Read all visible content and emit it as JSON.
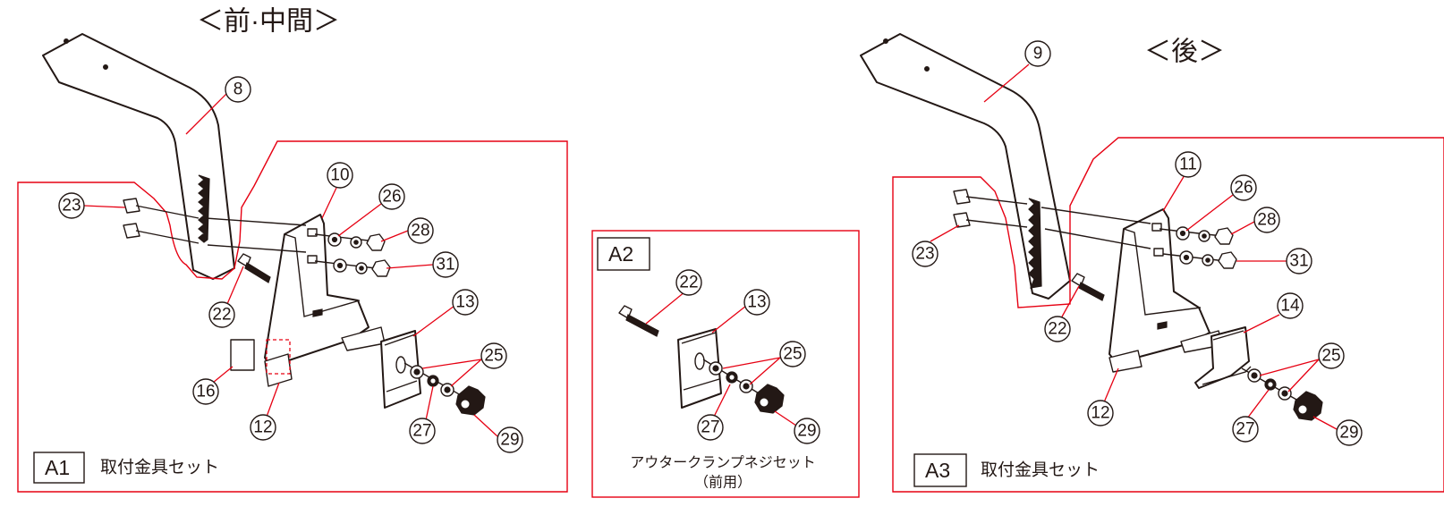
{
  "titles": {
    "front_middle": "＜前·中間＞",
    "rear": "＜後＞"
  },
  "kits": {
    "a1": {
      "tag": "A1",
      "name": "取付金具セット"
    },
    "a2": {
      "tag": "A2",
      "note_line1": "アウタークランプネジセット",
      "note_line2": "（前用）"
    },
    "a3": {
      "tag": "A3",
      "name": "取付金具セット"
    }
  },
  "callouts": {
    "front": {
      "n8": "8",
      "n10": "10",
      "n26": "26",
      "n28": "28",
      "n23": "23",
      "n31": "31",
      "n22": "22",
      "n13": "13",
      "n25": "25",
      "n16": "16",
      "n12": "12",
      "n27": "27",
      "n29": "29"
    },
    "a2": {
      "n22": "22",
      "n13": "13",
      "n25": "25",
      "n27": "27",
      "n29": "29"
    },
    "rear": {
      "n9": "9",
      "n11": "11",
      "n26": "26",
      "n28": "28",
      "n23": "23",
      "n31": "31",
      "n22": "22",
      "n14": "14",
      "n25": "25",
      "n12": "12",
      "n27": "27",
      "n29": "29"
    }
  },
  "colors": {
    "ink": "#231815",
    "accent_red": "#e60012",
    "background": "#ffffff"
  }
}
